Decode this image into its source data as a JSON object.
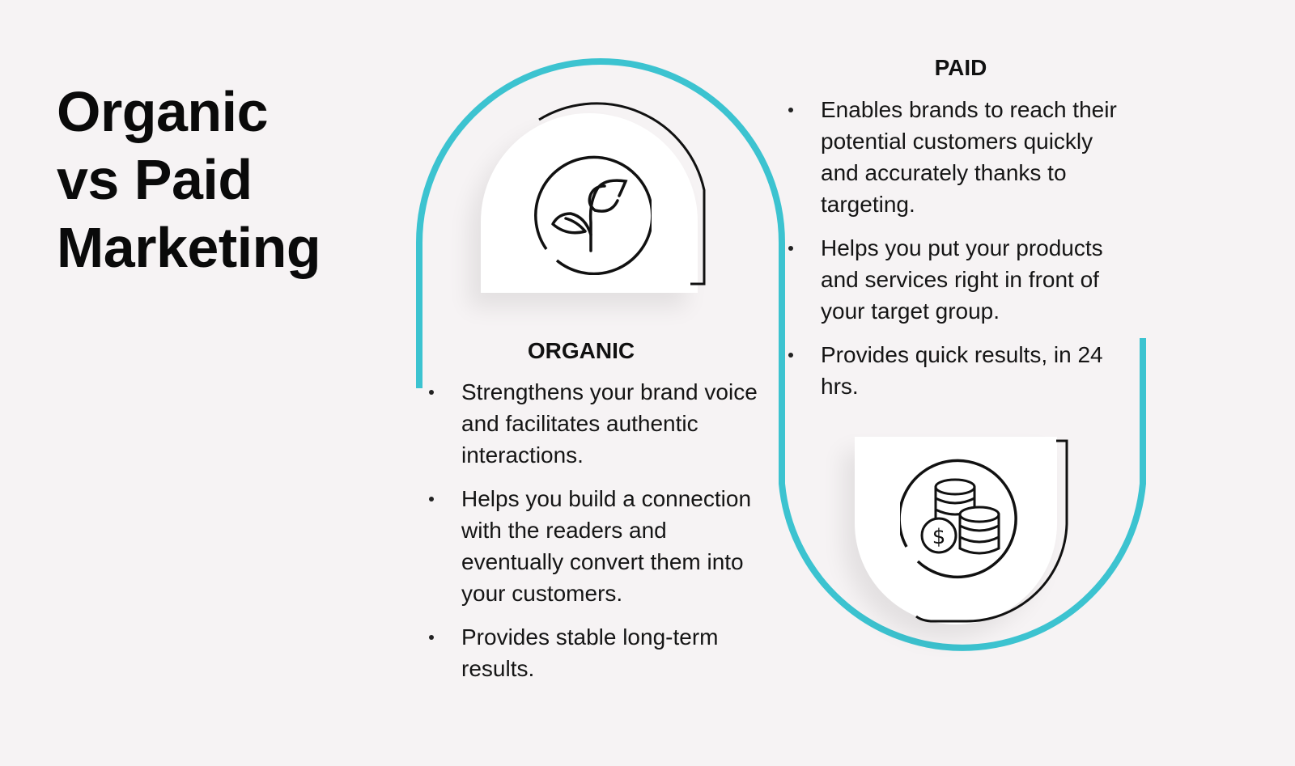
{
  "title": {
    "lines": [
      "Organic",
      "vs Paid",
      "Marketing"
    ]
  },
  "colors": {
    "background": "#f6f3f4",
    "accent_teal": "#3cc3d0",
    "outline": "#111111",
    "card": "#ffffff"
  },
  "organic": {
    "heading": "ORGANIC",
    "icon": "sprout-icon",
    "points": [
      "Strengthens your brand voice and facilitates authentic interactions.",
      "Helps you build a connection with the readers and eventually convert them into your customers.",
      "Provides stable long-term results."
    ]
  },
  "paid": {
    "heading": "PAID",
    "icon": "coins-dollar-icon",
    "points": [
      "Enables brands to reach their potential customers quickly and accurately thanks to targeting.",
      "Helps you put your products and services right in front of your target group.",
      "Provides quick results, in 24 hrs."
    ]
  }
}
